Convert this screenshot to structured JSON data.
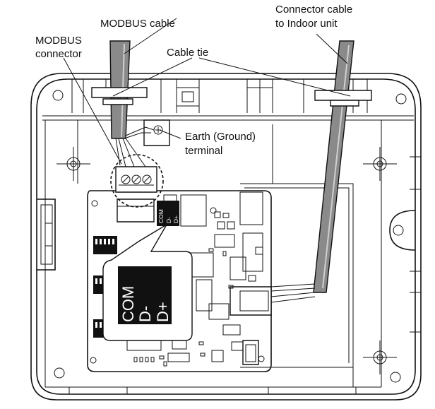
{
  "labels": {
    "modbus_cable": "MODBUS cable",
    "connector_cable_line1": "Connector cable",
    "connector_cable_line2": "to Indoor unit",
    "modbus_connector_line1": "MODBUS",
    "modbus_connector_line2": "connector",
    "cable_tie": "Cable tie",
    "earth_line1": "Earth (Ground)",
    "earth_line2": "terminal"
  },
  "terminals": {
    "com": "COM",
    "d_minus": "D-",
    "d_plus": "D+"
  },
  "colors": {
    "line": "#111111",
    "cable": "#8a8a8a",
    "background": "#ffffff"
  }
}
